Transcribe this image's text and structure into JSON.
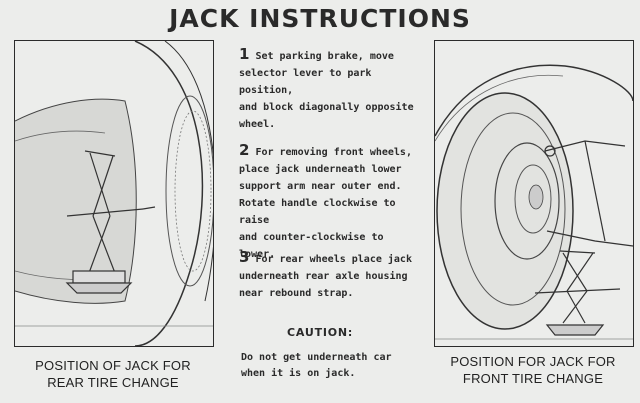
{
  "title": "JACK INSTRUCTIONS",
  "steps": [
    {
      "number": "1",
      "lines": [
        "Set parking brake, move",
        "selector lever to park position,",
        "and block diagonally opposite",
        "wheel."
      ]
    },
    {
      "number": "2",
      "lines": [
        "For removing front wheels,",
        "place jack underneath lower",
        "support arm near outer end.",
        "Rotate handle clockwise to raise",
        "and counter-clockwise to lower."
      ]
    },
    {
      "number": "3",
      "lines": [
        "For rear wheels place jack",
        "underneath rear axle housing",
        "near rebound strap."
      ]
    }
  ],
  "caution": {
    "heading": "CAUTION:",
    "lines": [
      "Do not get underneath car",
      "when it is on jack."
    ]
  },
  "captions": {
    "left": [
      "POSITION OF JACK FOR",
      "REAR TIRE CHANGE"
    ],
    "right": [
      "POSITION FOR JACK FOR",
      "FRONT TIRE CHANGE"
    ]
  },
  "illustrations": {
    "left": "rear-jack-illustration",
    "right": "front-jack-illustration"
  },
  "colors": {
    "paper": "#ecedeb",
    "ink": "#2a2a2a"
  }
}
